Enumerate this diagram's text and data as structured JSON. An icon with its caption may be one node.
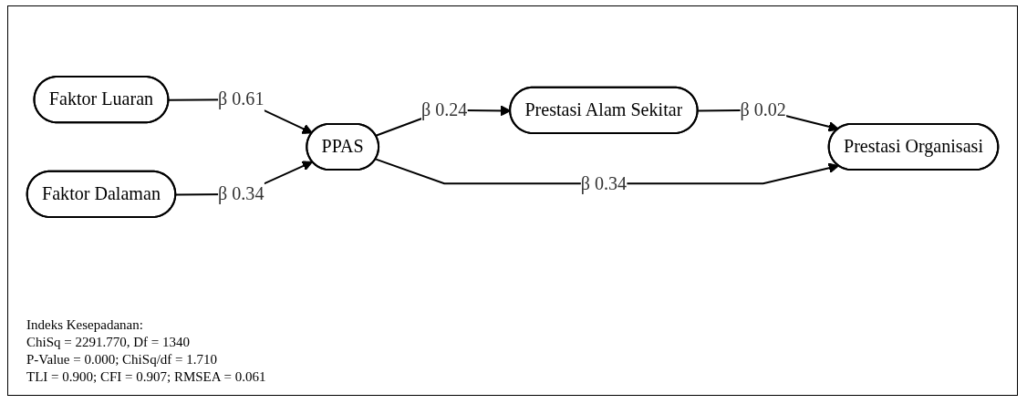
{
  "diagram": {
    "nodes": [
      {
        "text": [
          "Faktor Luaran"
        ]
      },
      {
        "text": [
          "Faktor Dalaman"
        ]
      },
      {
        "text": [
          "PPAS"
        ]
      },
      {
        "text": [
          "Prestasi Alam Sekitar"
        ]
      },
      {
        "text": [
          "Prestasi Organisasi"
        ]
      }
    ],
    "edges": [
      {
        "from": 0,
        "to": 2,
        "arrow": "to",
        "label": "β 0.61"
      },
      {
        "from": 1,
        "to": 2,
        "arrow": "to",
        "label": "β 0.34"
      },
      {
        "from": 2,
        "to": 3,
        "arrow": "to",
        "label": "β 0.24"
      },
      {
        "from": 3,
        "to": 4,
        "arrow": "to",
        "label": "β 0.02"
      },
      {
        "from": 2,
        "to": 4,
        "arrow": "to",
        "label": "β 0.34"
      }
    ],
    "labels": [
      "Indeks Kesepadanan:",
      "ChiSq = 2291.770, Df = 1340",
      "P-Value = 0.000; ChiSq/df = 1.710",
      "TLI = 0.900; CFI = 0.907; RMSEA = 0.061"
    ]
  }
}
